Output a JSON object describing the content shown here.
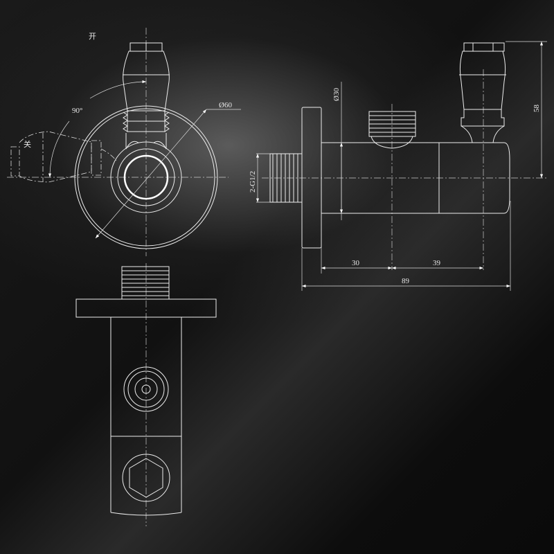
{
  "labels": {
    "open": "开",
    "close": "关",
    "angle": "90°",
    "outer_diameter": "Ø60",
    "body_diameter": "Ø30",
    "thread": "2-G1/2",
    "dim_left": "30",
    "dim_right": "39",
    "dim_total": "89",
    "dim_height": "58"
  }
}
